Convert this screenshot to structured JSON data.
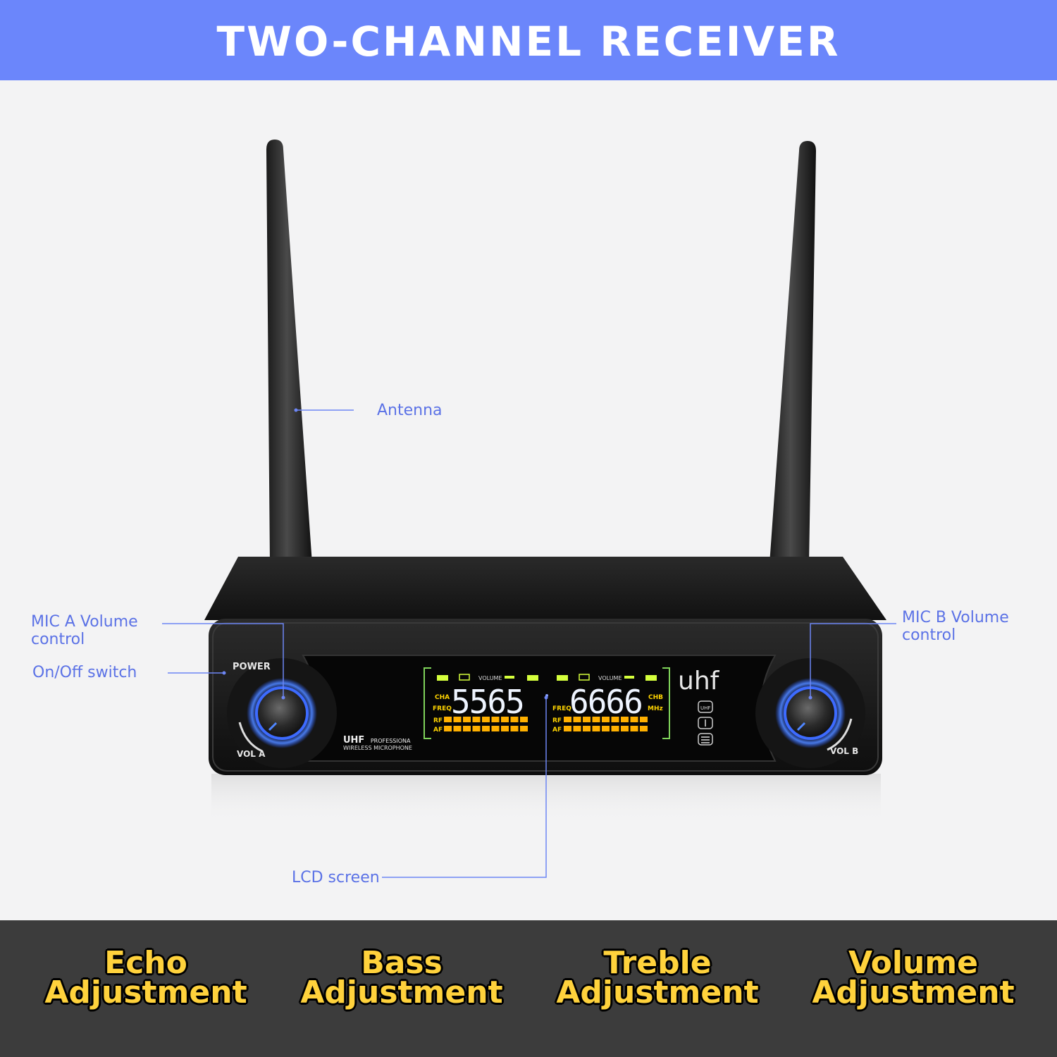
{
  "header": {
    "title": "TWO-CHANNEL RECEIVER"
  },
  "callouts": {
    "antenna": "Antenna",
    "mic_a_volume": [
      "MIC A Volume",
      "control"
    ],
    "on_off": "On/Off switch",
    "mic_b_volume": [
      "MIC B Volume",
      "control"
    ],
    "lcd_screen": "LCD screen"
  },
  "device": {
    "power_label": "POWER",
    "vol_a_label": "VOL A",
    "vol_b_label": "VOL B",
    "brand": "uhf",
    "badge_line1_bold": "UHF",
    "badge_line1_rest": "PROFESSIONA",
    "badge_line2": "WIRELESS MICROPHONE",
    "lcd": {
      "volume_label": "VOLUME",
      "cha": "CHA",
      "chb": "CHB",
      "freq": "FREQ",
      "mhz": "MHz",
      "rf": "RF",
      "af": "AF",
      "left_digits": "5565",
      "right_digits": "6666"
    },
    "side_icon_uhf": "UHF",
    "icons": [
      "signal-icon",
      "battery-icon",
      "key-icon",
      "wireless-icon",
      "equalizer-icon"
    ]
  },
  "features": [
    {
      "line1": "Echo",
      "line2": "Adjustment"
    },
    {
      "line1": "Bass",
      "line2": "Adjustment"
    },
    {
      "line1": "Treble",
      "line2": "Adjustment"
    },
    {
      "line1": "Volume",
      "line2": "Adjustment"
    }
  ],
  "colors": {
    "accent": "#6b86fb",
    "callout": "#5b72e6",
    "feature_text": "#ffd23c",
    "lcd_bars": "#ffb000",
    "lcd_frame": "#7fd35a"
  }
}
